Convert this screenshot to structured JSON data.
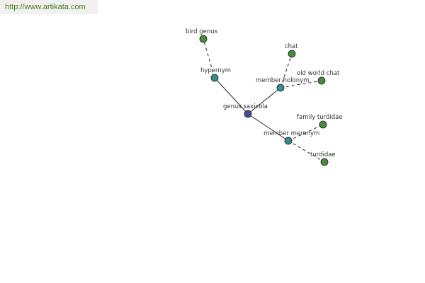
{
  "source": {
    "url": "http://www.artikata.com"
  },
  "colors": {
    "root": "#4a4aa0",
    "relation": "#3d8a8a",
    "leaf": "#4a8a3a",
    "edge": "#222222",
    "link_text": "#4a7a1c"
  },
  "graph": {
    "nodes": [
      {
        "id": "genus-saxicola",
        "label": "genus saxicola",
        "kind": "root"
      },
      {
        "id": "hypernym",
        "label": "hypernym",
        "kind": "relation"
      },
      {
        "id": "member-holonym",
        "label": "member holonym",
        "kind": "relation"
      },
      {
        "id": "member-meronym",
        "label": "member meronym",
        "kind": "relation"
      },
      {
        "id": "bird-genus",
        "label": "bird genus",
        "kind": "leaf"
      },
      {
        "id": "chat",
        "label": "chat",
        "kind": "leaf"
      },
      {
        "id": "old-world-chat",
        "label": "old world chat",
        "kind": "leaf"
      },
      {
        "id": "family-turdidae",
        "label": "family turdidae",
        "kind": "leaf"
      },
      {
        "id": "turdidae",
        "label": "turdidae",
        "kind": "leaf"
      }
    ],
    "edges": [
      {
        "from": "genus-saxicola",
        "to": "hypernym",
        "style": "solid"
      },
      {
        "from": "genus-saxicola",
        "to": "member-holonym",
        "style": "solid"
      },
      {
        "from": "genus-saxicola",
        "to": "member-meronym",
        "style": "solid"
      },
      {
        "from": "hypernym",
        "to": "bird-genus",
        "style": "dashed"
      },
      {
        "from": "member-holonym",
        "to": "chat",
        "style": "dashed"
      },
      {
        "from": "member-holonym",
        "to": "old-world-chat",
        "style": "dashed"
      },
      {
        "from": "member-meronym",
        "to": "family-turdidae",
        "style": "dashed"
      },
      {
        "from": "member-meronym",
        "to": "turdidae",
        "style": "dashed"
      }
    ]
  }
}
